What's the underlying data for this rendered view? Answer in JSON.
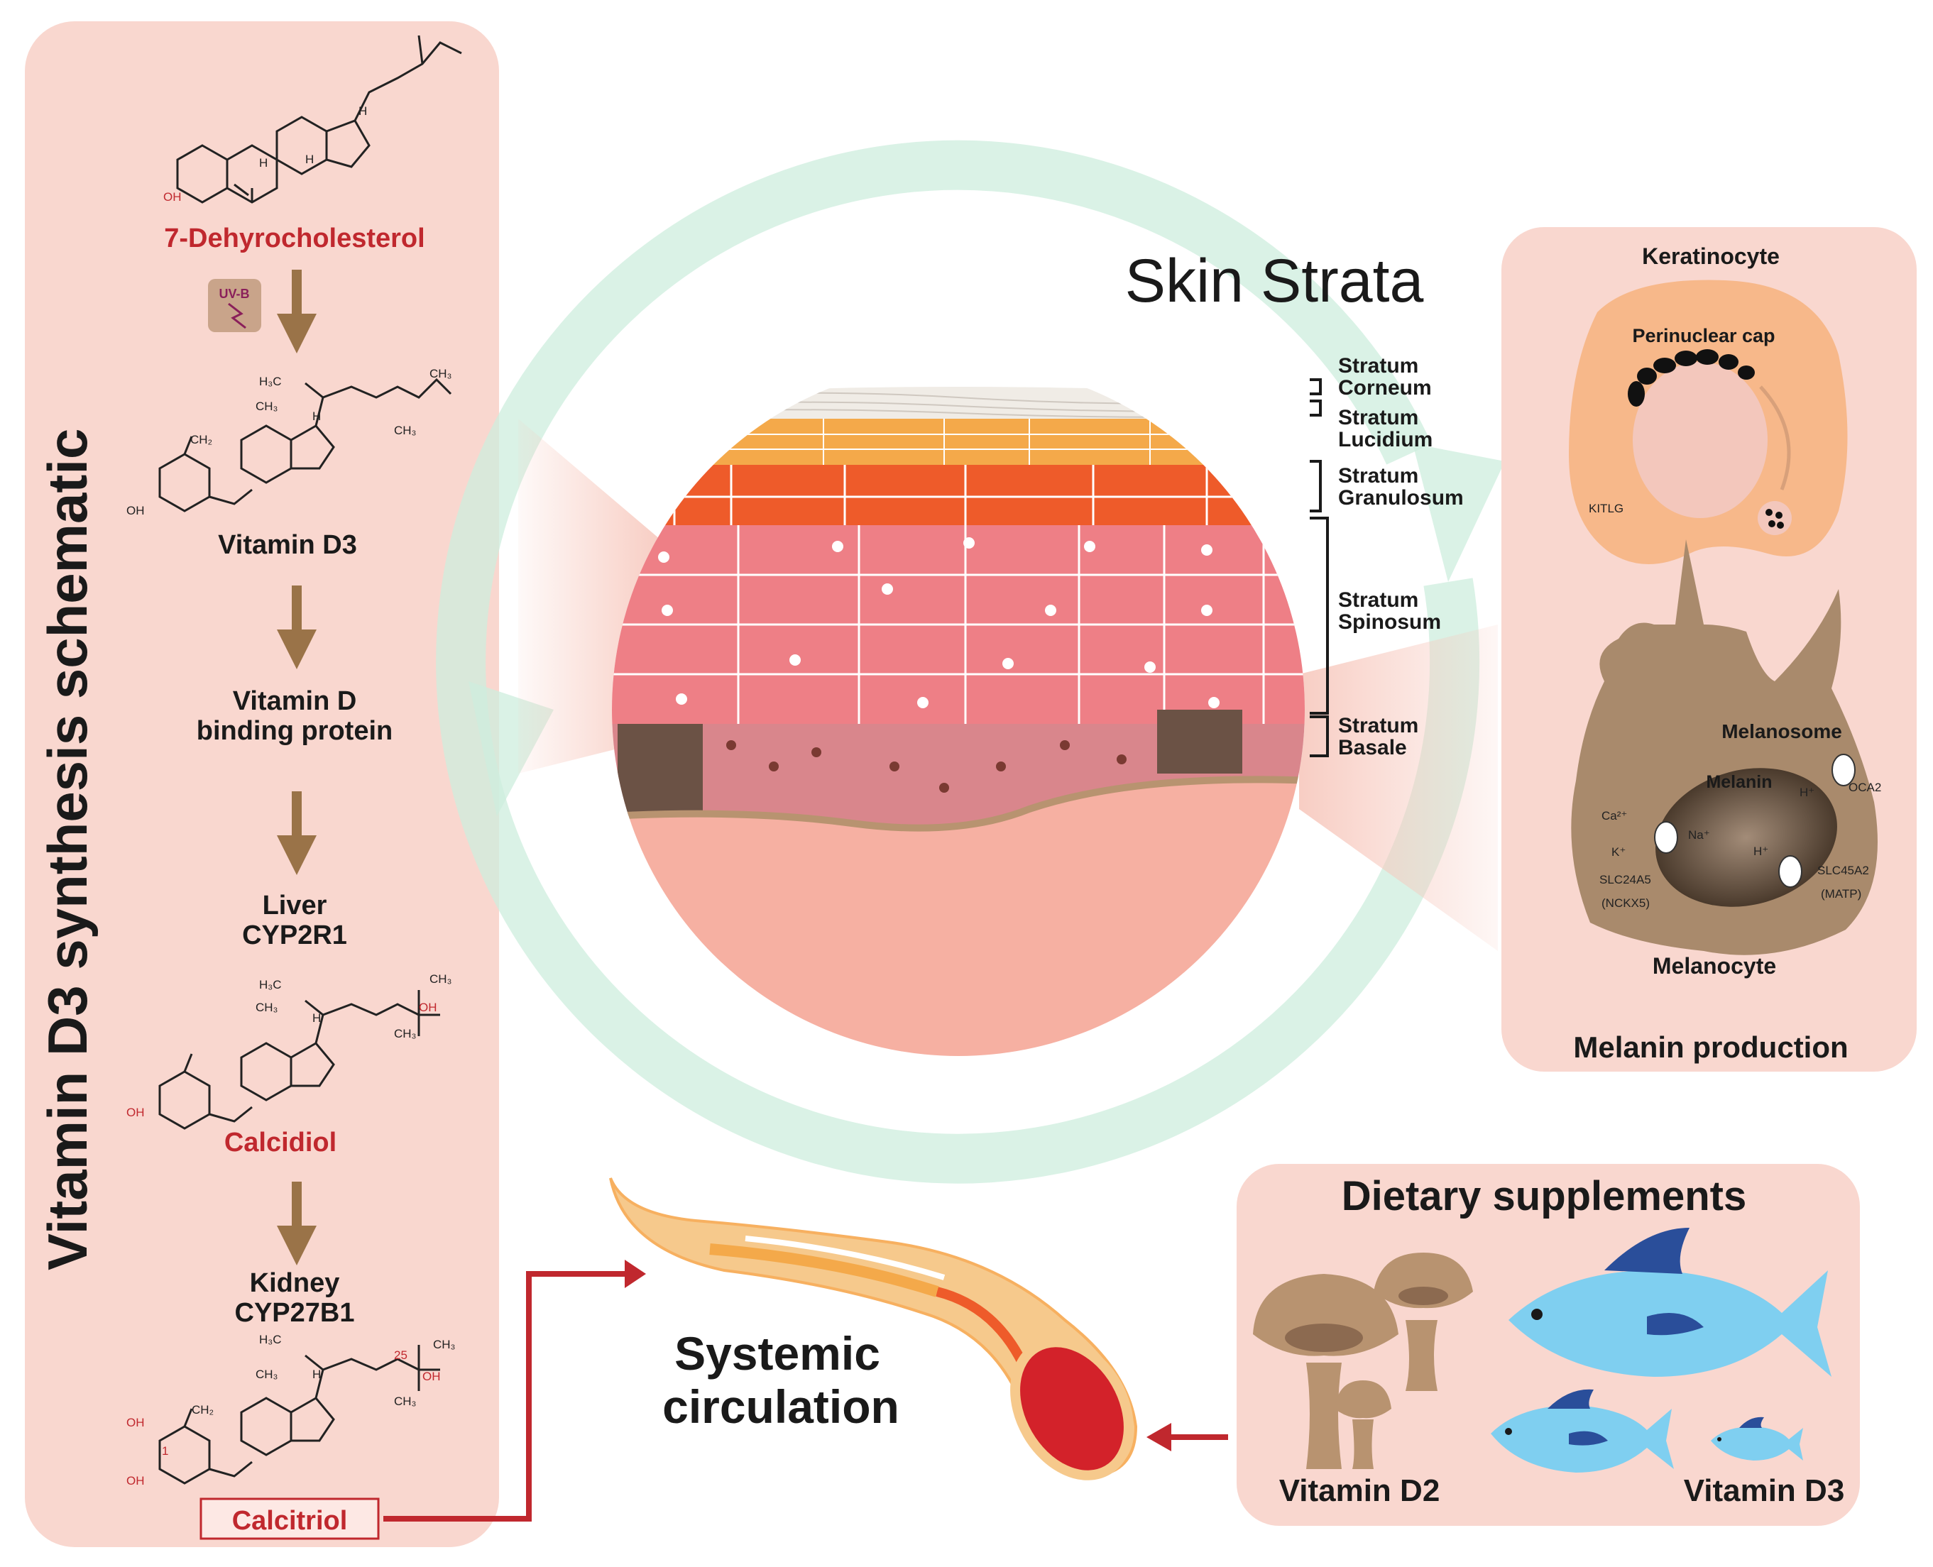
{
  "colors": {
    "panel_pink": "#f9d7cf",
    "panel_pink_dark": "#f5c6bf",
    "arrow_brown": "#9a7348",
    "highlight_red": "#c0282e",
    "cycle_green": "#cdeedd",
    "stratum_corneum": "#f0ece6",
    "stratum_lucidium": "#f4a94a",
    "stratum_granulosum": "#ee5b2a",
    "stratum_spinosum": "#ee7f86",
    "stratum_basale": "#d9868c",
    "melanocyte_brown": "#a98a6c",
    "keratinocyte_peach": "#f7b88a",
    "fish_blue": "#7fcff0",
    "fish_dark": "#2a4e9a",
    "mushroom_brown": "#b89370"
  },
  "left_panel": {
    "title": "Vitamin D3 synthesis schematic",
    "uvb_badge": "UV-B",
    "steps": {
      "dehydro": "7-Dehyrocholesterol",
      "vitd3": "Vitamin D3",
      "vdbp_line1": "Vitamin D",
      "vdbp_line2": "binding protein",
      "liver_line1": "Liver",
      "liver_line2": "CYP2R1",
      "calcidiol": "Calcidiol",
      "kidney_line1": "Kidney",
      "kidney_line2": "CYP27B1",
      "calcitriol": "Calcitriol"
    },
    "chem_labels": {
      "oh": "OH",
      "h": "H",
      "h3c": "H₃C",
      "ch3": "CH₃",
      "c25": "25",
      "c1": "1"
    }
  },
  "skin": {
    "title": "Skin Strata",
    "layers": [
      {
        "line1": "Stratum",
        "line2": "Corneum"
      },
      {
        "line1": "Stratum",
        "line2": "Lucidium"
      },
      {
        "line1": "Stratum",
        "line2": "Granulosum"
      },
      {
        "line1": "Stratum",
        "line2": "Spinosum"
      },
      {
        "line1": "Stratum",
        "line2": "Basale"
      }
    ]
  },
  "melanin_panel": {
    "title": "Melanin production",
    "keratinocyte": "Keratinocyte",
    "perinuclear_cap": "Perinuclear cap",
    "kitlg": "KITLG",
    "melanosome": "Melanosome",
    "melanin": "Melanin",
    "melanocyte": "Melanocyte",
    "h_plus": "H⁺",
    "oca2": "OCA2",
    "ca": "Ca²⁺",
    "k": "K⁺",
    "na": "Na⁺",
    "slc24a5": "SLC24A5",
    "nckx5": "(NCKX5)",
    "slc45a2": "SLC45A2",
    "matp": "(MATP)"
  },
  "circulation": {
    "line1": "Systemic",
    "line2": "circulation"
  },
  "dietary": {
    "title": "Dietary supplements",
    "vitd2": "Vitamin D2",
    "vitd3": "Vitamin D3"
  }
}
